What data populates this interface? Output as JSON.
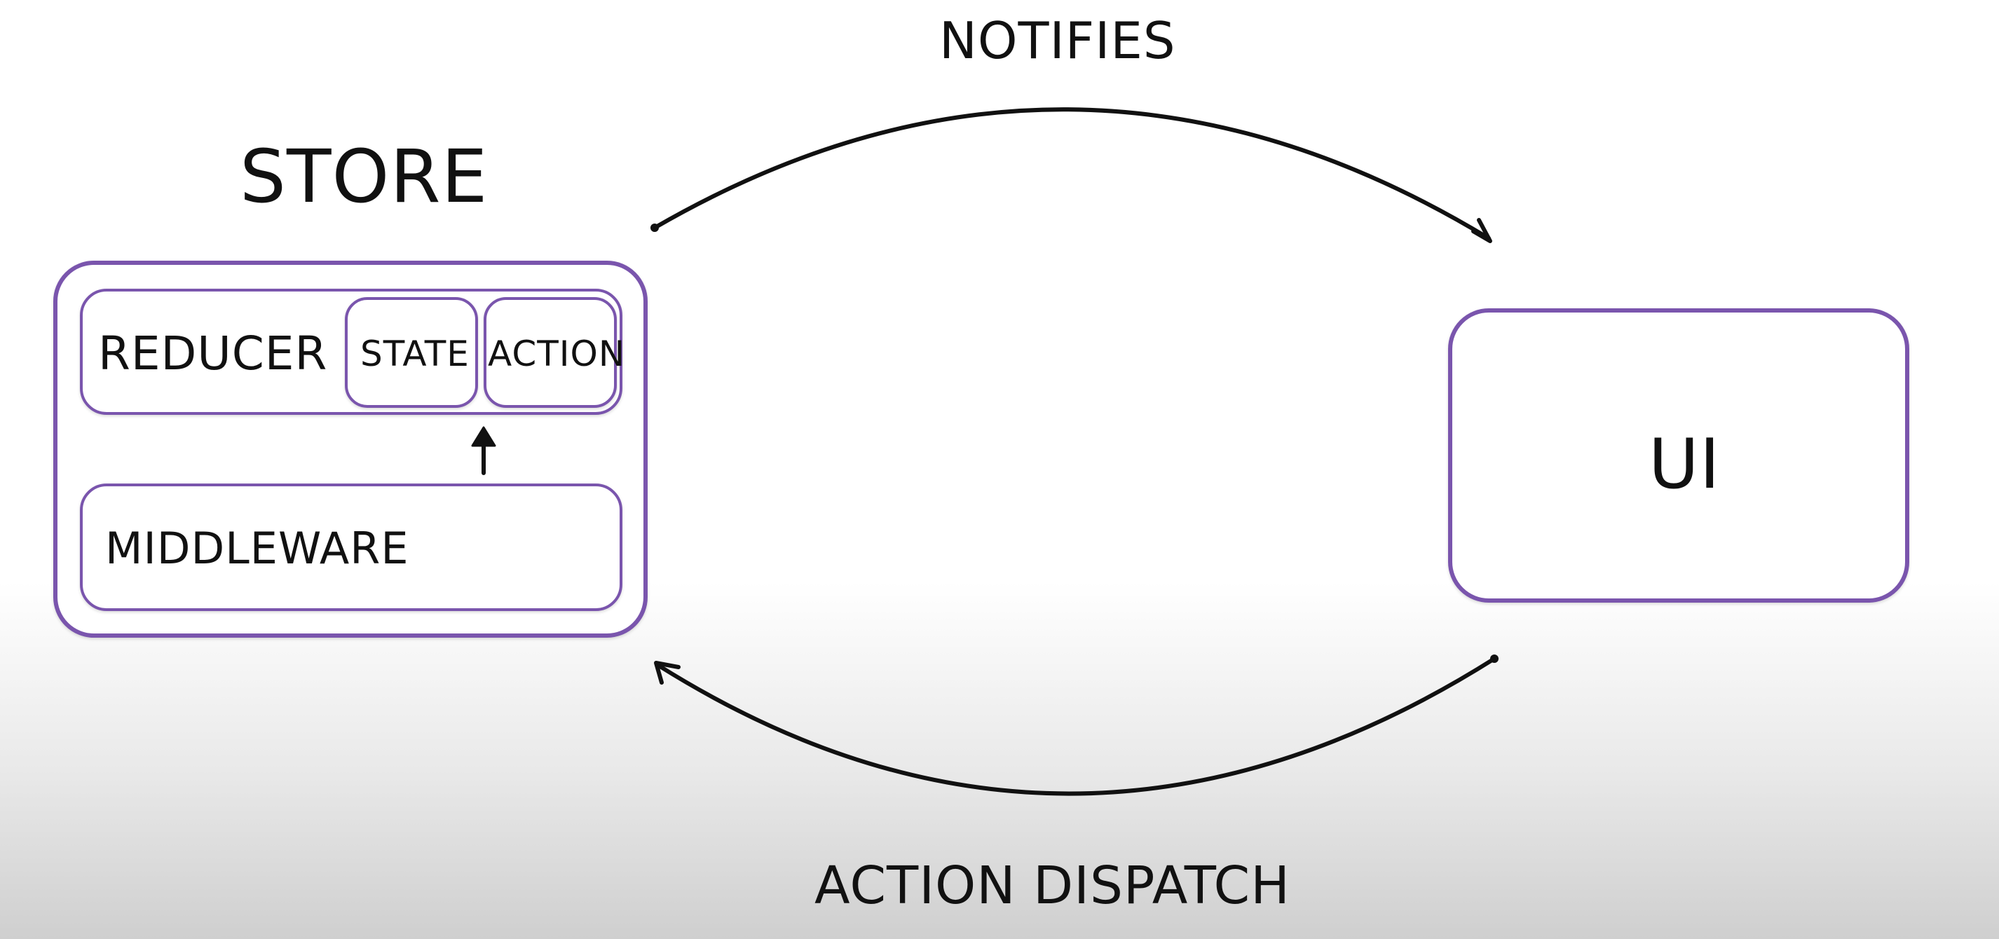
{
  "labels": {
    "notifies": "NOTIFIES",
    "store": "STORE",
    "reducer": "REDUCER",
    "state": "STATE",
    "action": "ACTION",
    "middleware": "MIDDLEWARE",
    "ui": "UI",
    "action_dispatch": "ACTION DISPATCH"
  },
  "colors": {
    "box_border": "#7a55ad",
    "arrow": "#111111"
  },
  "icons": {
    "notifies_arrow": "curved-arrow-right-icon",
    "dispatch_arrow": "curved-arrow-left-icon",
    "middleware_to_reducer_arrow": "arrow-up-icon"
  }
}
